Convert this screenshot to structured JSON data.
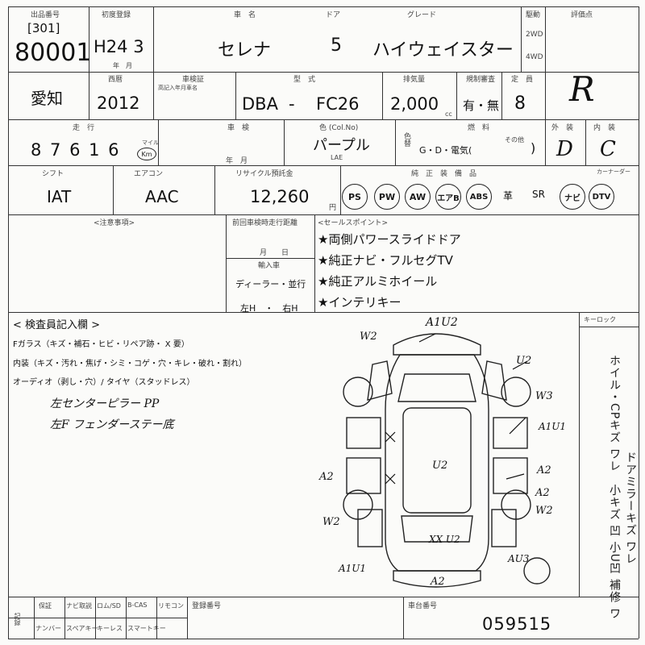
{
  "row1": {
    "lot_label": "出品番号",
    "lot_bracket": "[301]",
    "lot_number": "80001",
    "reg_label": "初度登録",
    "reg_value": "H24 3",
    "reg_unit": "年　月",
    "name_label": "車　名",
    "name_value": "セレナ",
    "door_label": "ドア",
    "door_value": "5",
    "grade_label": "グレード",
    "grade_value": "ハイウェイスター",
    "drive_label": "駆動",
    "drive_2wd": "2WD",
    "drive_4wd": "4WD",
    "score_label": "評価点",
    "score_value": "R"
  },
  "row2": {
    "pref": "愛知",
    "year_label": "西暦",
    "year_value": "2012",
    "reg_class_label": "車検証",
    "reg_class_sub": "高記入年月車名",
    "model_label": "型　式",
    "model_prefix": "DBA",
    "model_dash": "-",
    "model_code": "FC26",
    "cc_label": "排気量",
    "cc_value": "2,000",
    "cc_unit": "cc",
    "chassis_label": "規制審査",
    "chassis_value": "有・無",
    "seats_label": "定　員",
    "seats_value": "8"
  },
  "row3": {
    "mileage_label": "走　行",
    "mileage_value": "8 7 6 1 6",
    "mileage_unit": "Km",
    "mileage_mile": "マイル",
    "inspect_label": "車　検",
    "inspect_unit": "年　月",
    "color_label": "色 (Col.No)",
    "color_value": "パープル",
    "color_code": "LAE",
    "color_change": "色替",
    "fuel_label": "燃　料",
    "fuel_options": "G・D・電気(",
    "fuel_other": "その他",
    "fuel_close": ")",
    "exterior_label": "外　装",
    "exterior_value": "D",
    "interior_label": "内　装",
    "interior_value": "C"
  },
  "row4": {
    "shift_label": "シフト",
    "shift_value": "IAT",
    "ac_label": "エアコン",
    "ac_value": "AAC",
    "recycle_label": "リサイクル預託金",
    "recycle_value": "12,260",
    "recycle_unit": "円",
    "options_label": "純　正　装　備　品",
    "options": [
      "PS",
      "PW",
      "AW",
      "エアB",
      "ABS"
    ],
    "sunroof": "革",
    "sr": "SR",
    "navi": "ナビ",
    "dtv": "DTV",
    "keyless_label": "カーナーダー"
  },
  "row5": {
    "notes_label": "<注意事項>",
    "history_label": "前回車検時走行距離",
    "history_unit": "月　　日",
    "import_label": "輸入車",
    "dealer": "ディーラー・並行",
    "handle": "左H　・　右H",
    "sales_label": "<セールスポイント>",
    "points": [
      "★両側パワースライドドア",
      "★純正ナビ・フルセグTV",
      "★純正アルミホイール",
      "★インテリキー"
    ]
  },
  "inspector": {
    "title": "< 検査員記入欄 >",
    "line1": "Fガラス（キズ・補石・ヒビ・リペア跡・ X 要）",
    "line2": "内装（キズ・汚れ・焦げ・シミ・コゲ・穴・キレ・破れ・割れ）",
    "line3": "オーディオ（剥し・穴）/ タイヤ（スタッドレス）",
    "note1": "左センターピラー PP",
    "note2": "左F フェンダーステー底"
  },
  "diagram": {
    "marks": [
      "A1U2",
      "W2",
      "U2",
      "W3",
      "A1U1",
      "A2",
      "A2",
      "U2",
      "A2",
      "W2",
      "W2",
      "XX U2",
      "A1U1",
      "AU3",
      "A2"
    ],
    "side_label": "キーロック",
    "side_text": "ホイル・CPキズ ワレ　小キズ 凹 小U凹 補修 ワ",
    "side_text2": "ドアミラーキズ ワレ"
  },
  "footer": {
    "c1": "保証",
    "c2": "ナビ取説",
    "c3": "ロム/SD",
    "c4": "B-CAS",
    "c5": "リモコン",
    "c6": "ナンバー",
    "c7": "スペアキー",
    "c8": "キーレス",
    "c9": "スマートキー",
    "reg_label": "登録番号",
    "chassis_label": "車台番号",
    "chassis_value": "059515",
    "corner": "記録"
  }
}
